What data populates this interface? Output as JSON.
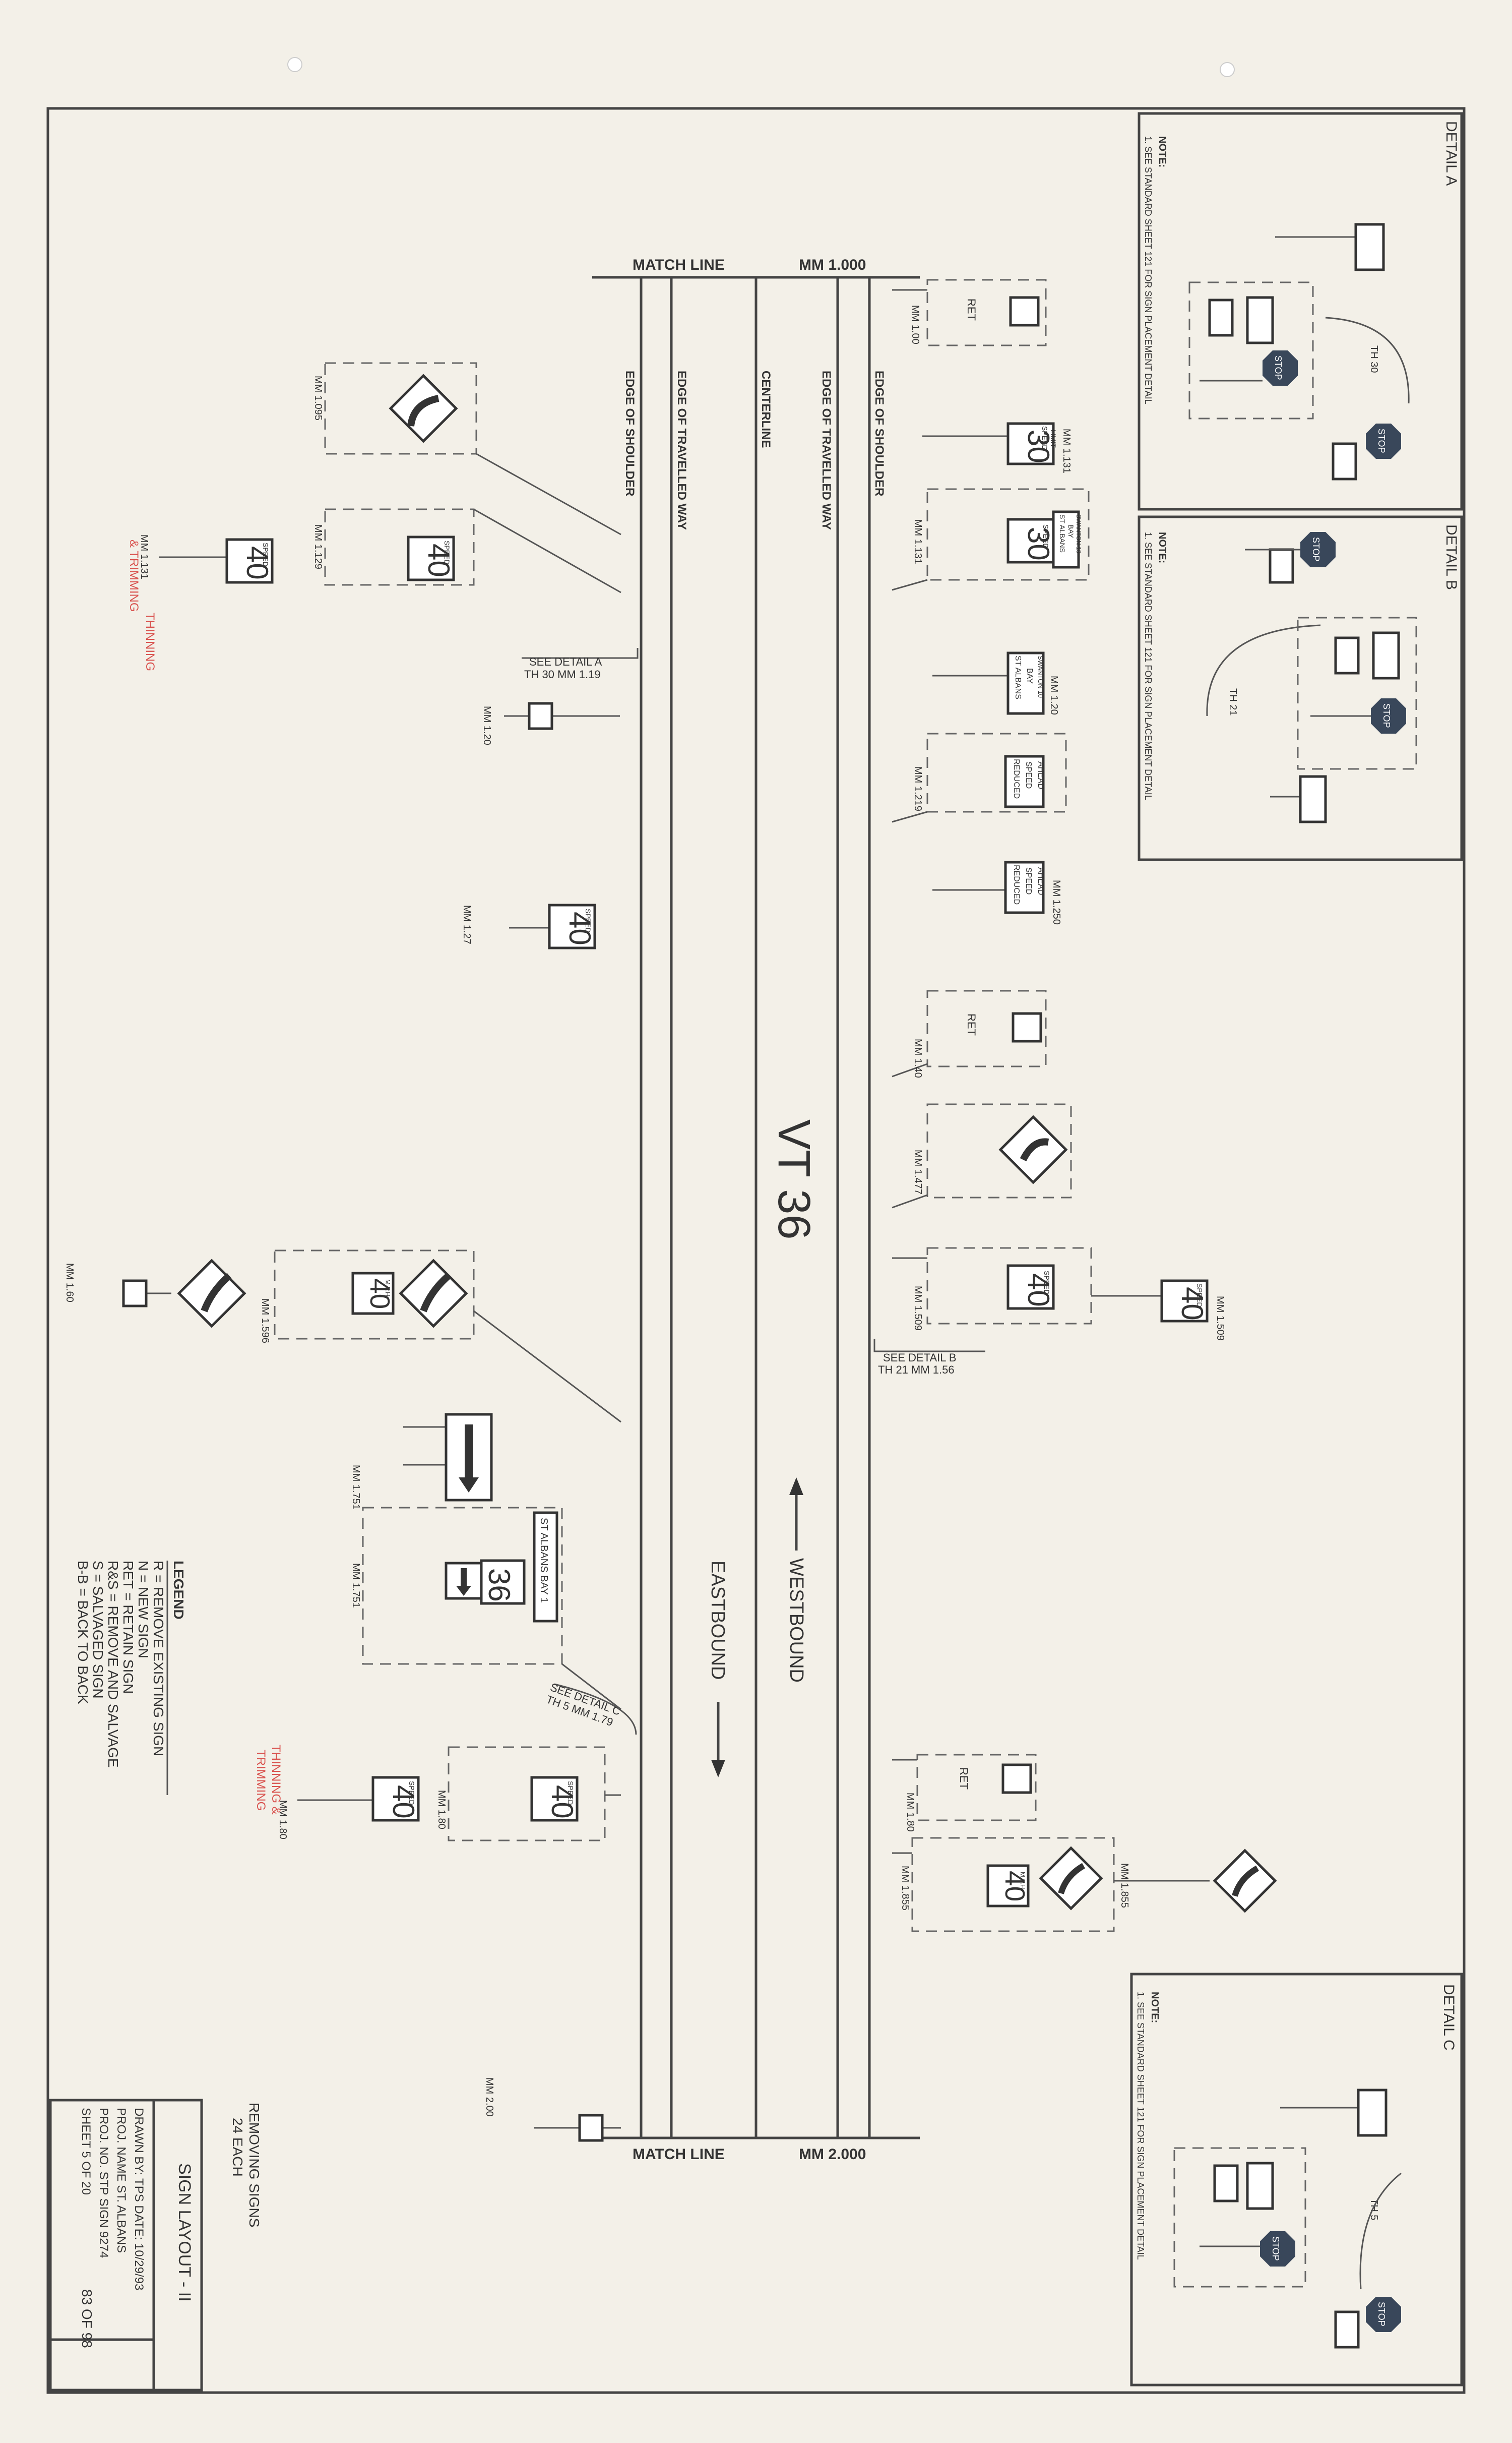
{
  "road": {
    "route": "VT 36",
    "westbound": "WESTBOUND",
    "eastbound": "EASTBOUND",
    "match_line": "MATCH LINE",
    "mm_start": "MM 1.000",
    "mm_end": "MM 2.000",
    "line_labels": [
      "EDGE OF SHOULDER",
      "EDGE OF TRAVELLED WAY",
      "CENTERLINE",
      "EDGE OF TRAVELLED WAY",
      "EDGE OF SHOULDER"
    ]
  },
  "see_details": [
    {
      "line1": "SEE DETAIL A",
      "line2": "TH 30 MM 1.19"
    },
    {
      "line1": "SEE DETAIL B",
      "line2": "TH 21 MM 1.56"
    },
    {
      "line1": "SEE DETAIL C",
      "line2": "TH 5 MM 1.79"
    }
  ],
  "sign_text": {
    "speed": "SPEED",
    "limit": "LIMIT",
    "s30": "30",
    "s40": "40",
    "mph": "M.P.H.",
    "reduced": "REDUCED",
    "speed_ahead": "SPEED",
    "ahead": "AHEAD",
    "st_albans": "ST ALBANS",
    "bay": "BAY",
    "swanton": "SWANTON 10",
    "st_albans_bay": "ST ALBANS BAY 1",
    "stop": "STOP",
    "route36": "36",
    "ret": "RET"
  },
  "mileposts": {
    "m100": "MM 1.00",
    "m1095": "MM 1.095",
    "m1131a": "MM 1.131",
    "m1131b": "MM 1.131",
    "m1129": "MM 1.129",
    "m1131c": "MM 1.131",
    "m120a": "MM 1.20",
    "m120b": "MM 1.20",
    "m1219": "MM 1.219",
    "m1250": "MM 1.250",
    "m127": "MM 1.27",
    "m140": "MM 1.40",
    "m1477": "MM 1.477",
    "m1509a": "MM 1.509",
    "m1509b": "MM 1.509",
    "m160": "MM 1.60",
    "m1596": "MM 1.596",
    "m1751a": "MM 1.751",
    "m1751b": "MM 1.751",
    "m180a": "MM 1.80",
    "m180b": "MM 1.80",
    "m180c": "MM 1.80",
    "m1855a": "MM 1.855",
    "m1855b": "MM 1.855",
    "m200": "MM 2.00"
  },
  "notes": {
    "thinning1": "THINNING",
    "trimming1": "& TRIMMING",
    "thinning2": "THINNING &",
    "trimming2": "TRIMMING"
  },
  "legend": {
    "title": "LEGEND",
    "items": [
      "R = REMOVE EXISTING SIGN",
      "N = NEW SIGN",
      "RET = RETAIN SIGN",
      "R&S = REMOVE AND SALVAGE",
      "S = SALVAGED SIGN",
      "B-B = BACK TO BACK"
    ]
  },
  "details": [
    {
      "title": "DETAIL A",
      "note_head": "NOTE:",
      "note": "1. SEE STANDARD SHEET 121 FOR SIGN PLACEMENT DETAIL",
      "road": "TH 30"
    },
    {
      "title": "DETAIL B",
      "note_head": "NOTE:",
      "note": "1. SEE STANDARD SHEET 121 FOR SIGN PLACEMENT DETAIL",
      "road": "TH 21"
    },
    {
      "title": "DETAIL C",
      "note_head": "NOTE:",
      "note": "1. SEE STANDARD SHEET 121 FOR SIGN PLACEMENT DETAIL",
      "road": "TH 5"
    }
  ],
  "title_block": {
    "removing": "REMOVING SIGNS",
    "each": "24 EACH",
    "title": "SIGN LAYOUT - II",
    "drawn": "DRAWN BY:  TPS  DATE:  10/29/93",
    "proj_name": "PROJ. NAME  ST. ALBANS",
    "proj_no": "PROJ.  NO.  STP SIGN 9274",
    "sheet": "SHEET  5  OF 20",
    "sheet_total": "83 OF 98"
  }
}
